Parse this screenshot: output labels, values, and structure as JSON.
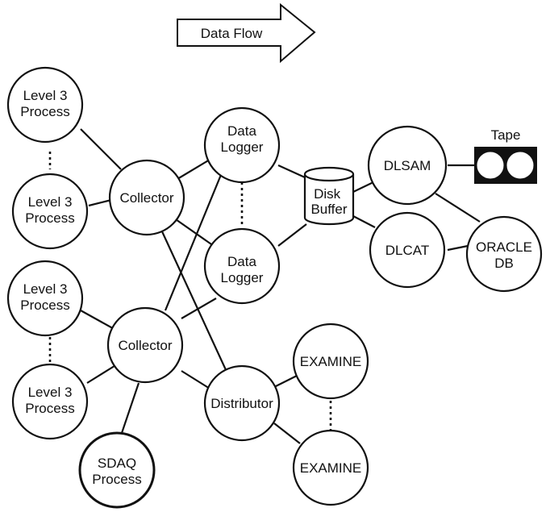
{
  "arrow_label": "Data Flow",
  "tape_label": "Tape",
  "nodes": {
    "l3_1": [
      "Level 3",
      "Process"
    ],
    "l3_2": [
      "Level 3",
      "Process"
    ],
    "l3_3": [
      "Level 3",
      "Process"
    ],
    "l3_4": [
      "Level 3",
      "Process"
    ],
    "collector_1": [
      "Collector"
    ],
    "collector_2": [
      "Collector"
    ],
    "logger_1": [
      "Data",
      "Logger"
    ],
    "logger_2": [
      "Data",
      "Logger"
    ],
    "disk_buffer": [
      "Disk",
      "Buffer"
    ],
    "dlsam": [
      "DLSAM"
    ],
    "dlcat": [
      "DLCAT"
    ],
    "oracle": [
      "ORACLE",
      "DB"
    ],
    "distributor": [
      "Distributor"
    ],
    "examine_1": [
      "EXAMINE"
    ],
    "examine_2": [
      "EXAMINE"
    ],
    "sdaq": [
      "SDAQ",
      "Process"
    ]
  }
}
